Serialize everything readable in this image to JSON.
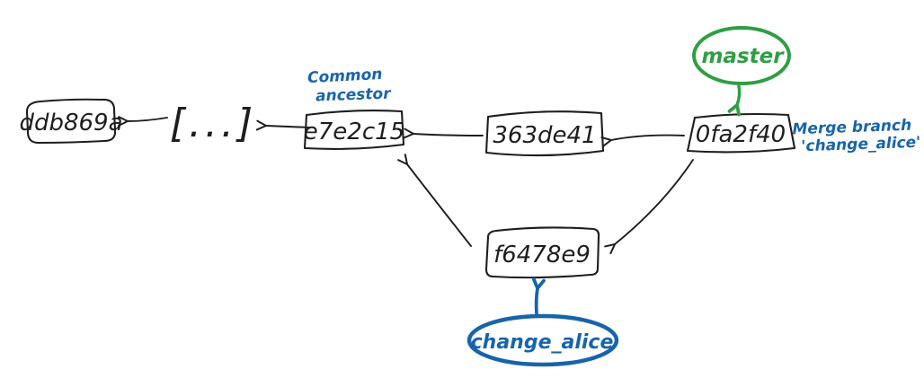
{
  "diagram": {
    "kind": "git-commit-graph-sketch",
    "colors": {
      "ink": "#1e1e1e",
      "green": "#2f9e44",
      "blue": "#1864ab",
      "background": "#ffffff"
    },
    "commits": [
      {
        "id": "ddb869a"
      },
      {
        "id": "[...]"
      },
      {
        "id": "e7e2c15"
      },
      {
        "id": "363de41"
      },
      {
        "id": "0fa2f40"
      },
      {
        "id": "f6478e9"
      }
    ],
    "edges": [
      {
        "from": "[...]",
        "to": "ddb869a"
      },
      {
        "from": "e7e2c15",
        "to": "[...]"
      },
      {
        "from": "363de41",
        "to": "e7e2c15"
      },
      {
        "from": "0fa2f40",
        "to": "363de41"
      },
      {
        "from": "f6478e9",
        "to": "e7e2c15"
      },
      {
        "from": "0fa2f40",
        "to": "f6478e9"
      }
    ],
    "branches": [
      {
        "name": "master",
        "points_to": "0fa2f40",
        "color": "#2f9e44"
      },
      {
        "name": "change_alice",
        "points_to": "f6478e9",
        "color": "#1864ab"
      }
    ],
    "annotations": {
      "common_ancestor": {
        "lines": [
          "Common",
          "ancestor"
        ]
      },
      "merge_note": {
        "lines": [
          "Merge branch",
          "'change_alice'"
        ]
      }
    }
  }
}
